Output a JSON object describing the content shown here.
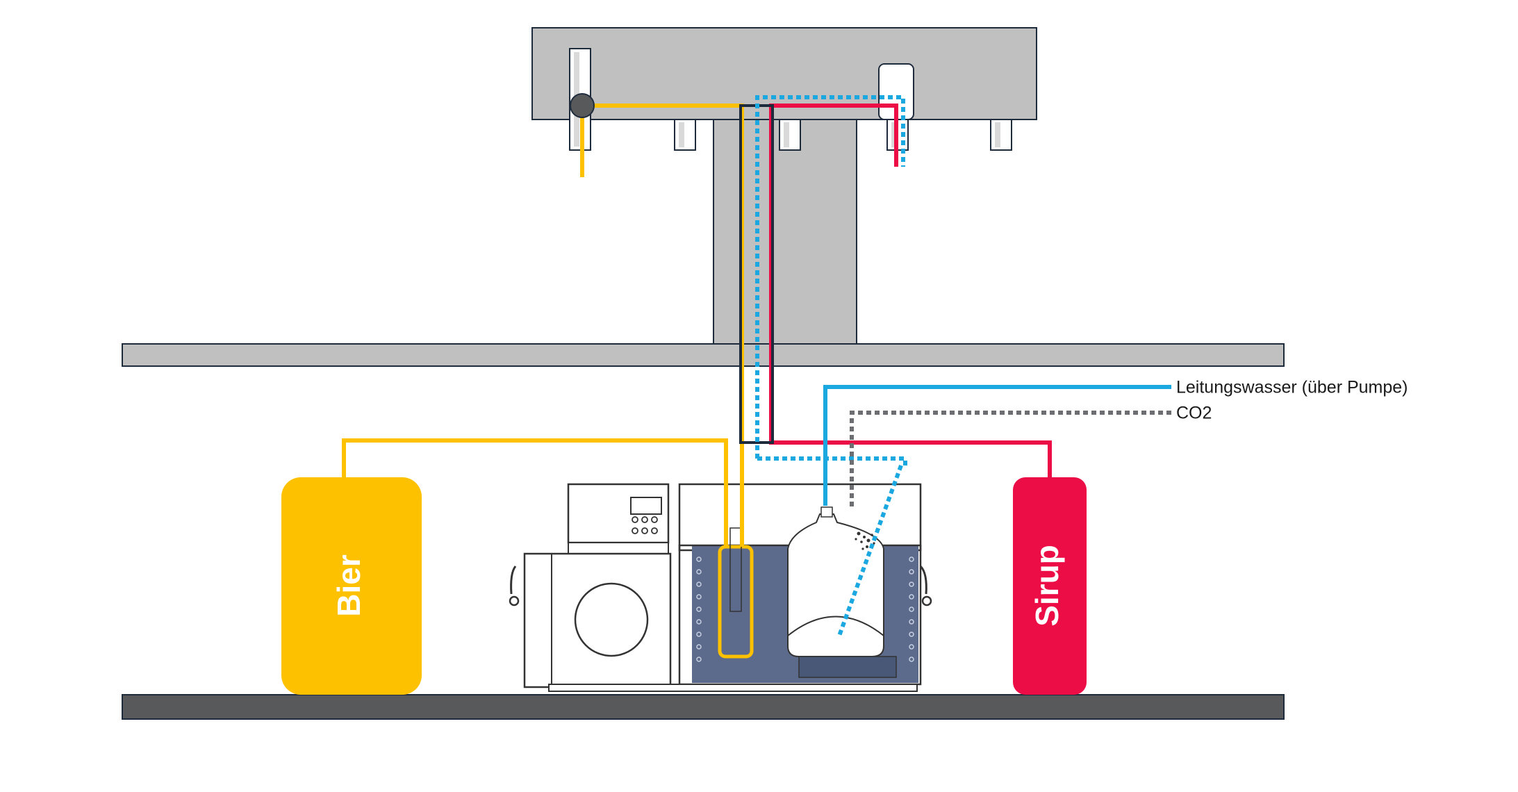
{
  "colors": {
    "beer": "#FDC100",
    "syrup": "#EC0D47",
    "tap_water": "#1BA8E0",
    "co2": "#6D6E71",
    "structure_fill": "#C0C0C0",
    "structure_stroke": "#1E2B3C",
    "floor": "#58595B",
    "water_bath": "#5C6B8C",
    "machine_stroke": "#333333"
  },
  "tanks": {
    "beer": {
      "label": "Bier"
    },
    "syrup": {
      "label": "Sirup"
    }
  },
  "legend": {
    "tap_water": "Leitungswasser (über Pumpe)",
    "co2": "CO2"
  },
  "icons": {
    "taps": "tap-handle-icon",
    "pump_head": "pump-head-icon",
    "control_box": "control-box-icon"
  }
}
